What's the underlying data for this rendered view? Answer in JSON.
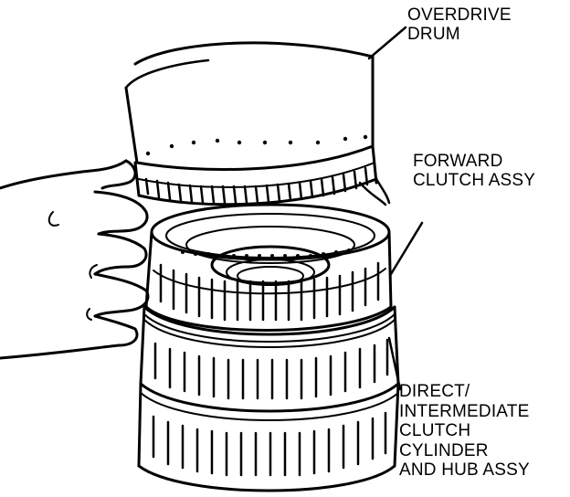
{
  "labels": {
    "overdrive_drum": [
      "OVERDRIVE",
      "DRUM"
    ],
    "forward_clutch": [
      "FORWARD",
      "CLUTCH ASSY"
    ],
    "direct_intermediate": [
      "DIRECT/",
      "INTERMEDIATE",
      "CLUTCH",
      "CYLINDER",
      "AND HUB ASSY"
    ]
  },
  "colors": {
    "ink": "#000000",
    "paper": "#ffffff"
  }
}
